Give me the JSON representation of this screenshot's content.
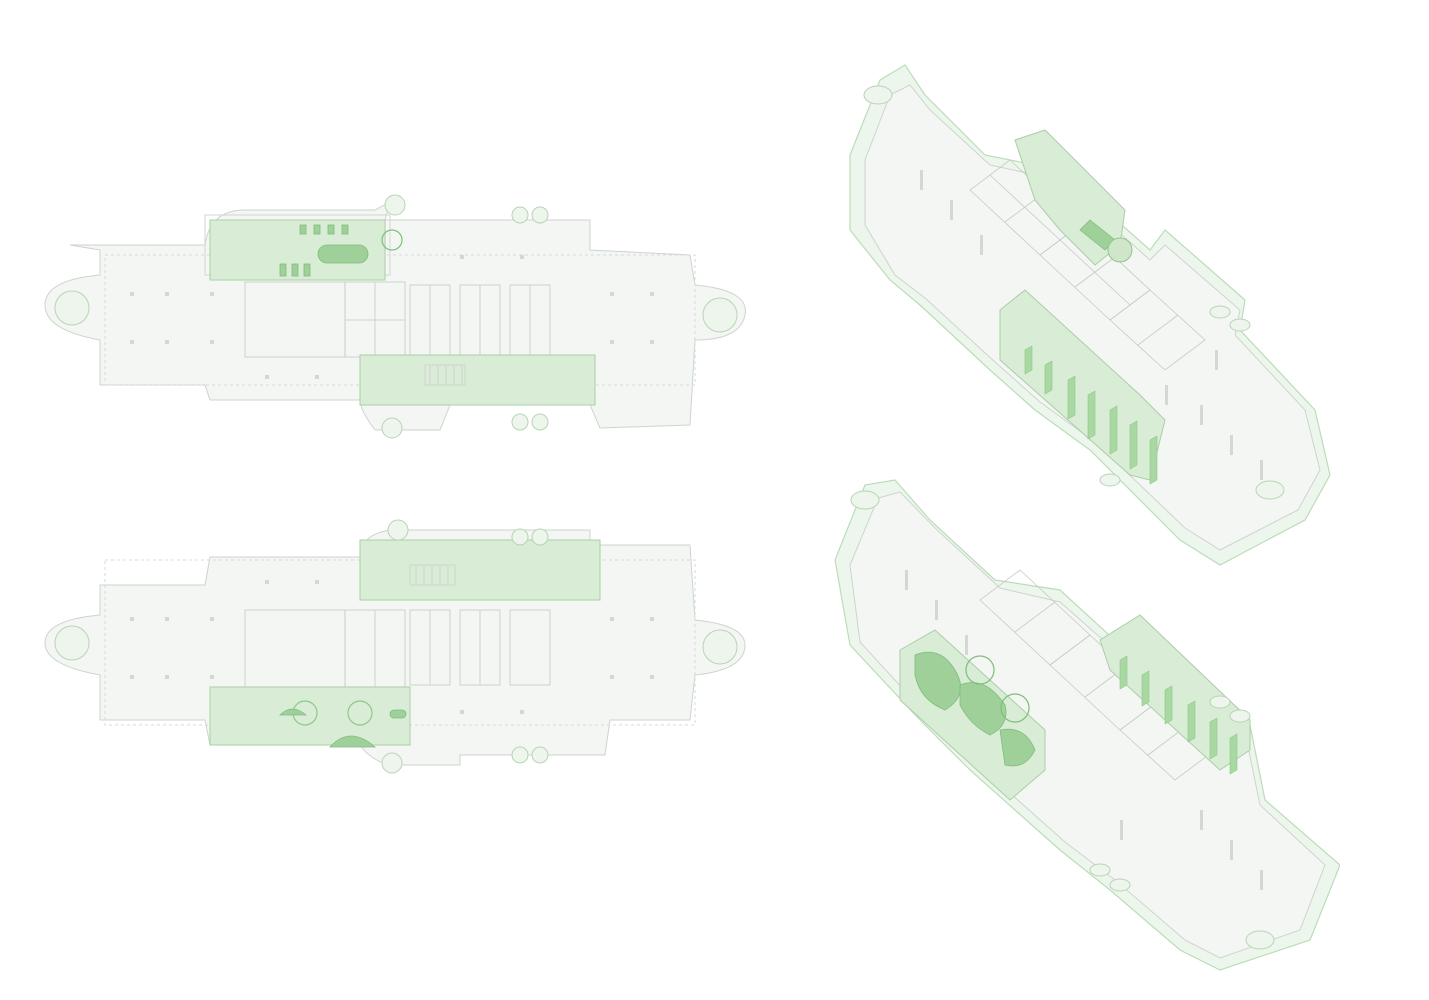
{
  "figure": {
    "views": [
      {
        "id": "plan-upper",
        "kind": "floor-plan"
      },
      {
        "id": "plan-lower",
        "kind": "floor-plan"
      },
      {
        "id": "axo-upper",
        "kind": "axonometric"
      },
      {
        "id": "axo-lower",
        "kind": "axonometric"
      }
    ],
    "colors": {
      "background": "#ffffff",
      "linework": "#cfd6cf",
      "building_fill": "#f4f6f4",
      "garden_fill": "#d9ecd6",
      "garden_accent": "#9fd09a"
    }
  }
}
